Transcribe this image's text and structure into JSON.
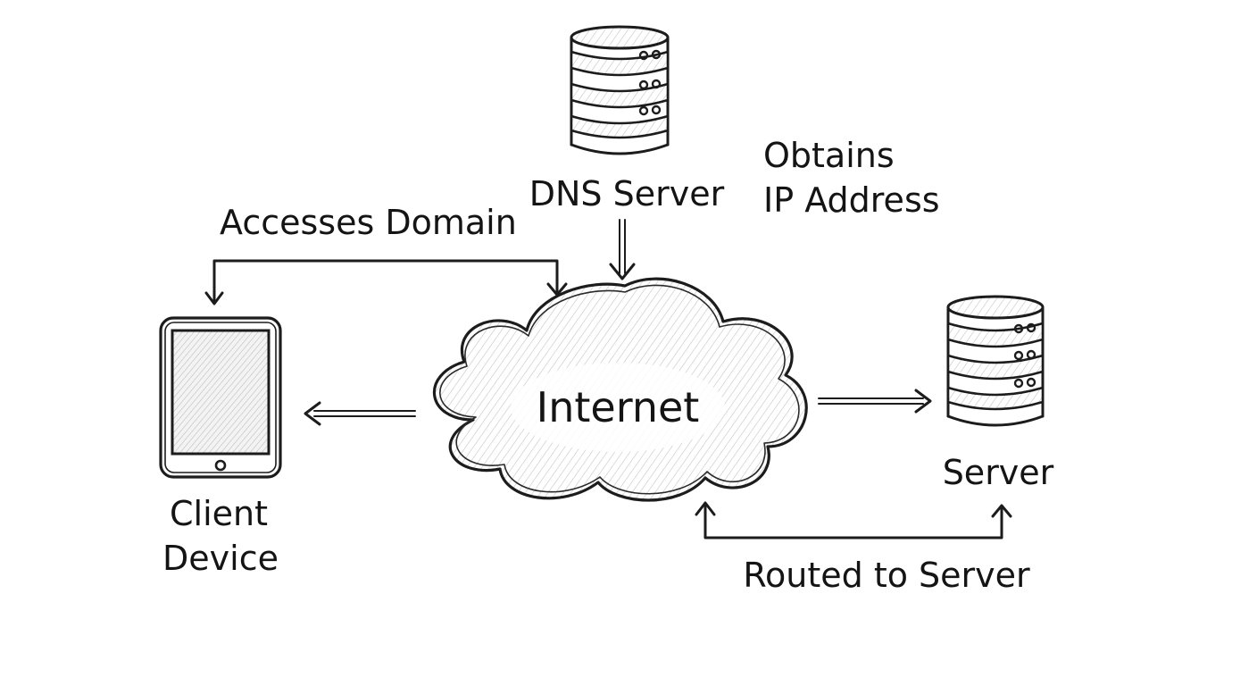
{
  "nodes": {
    "dns_server": {
      "label": "DNS Server",
      "icon": "database-server-icon"
    },
    "internet": {
      "label": "Internet",
      "icon": "cloud-icon"
    },
    "client_device": {
      "label_line1": "Client",
      "label_line2": "Device",
      "icon": "tablet-icon"
    },
    "server": {
      "label": "Server",
      "icon": "database-server-icon"
    }
  },
  "edges": {
    "accesses_domain": {
      "label": "Accesses Domain"
    },
    "obtains_ip": {
      "label_line1": "Obtains",
      "label_line2": "IP Address"
    },
    "routed_to_server": {
      "label": "Routed to Server"
    }
  },
  "colors": {
    "ink": "#1c1c1c",
    "background": "#ffffff",
    "hatch": "#bdbdbd"
  }
}
